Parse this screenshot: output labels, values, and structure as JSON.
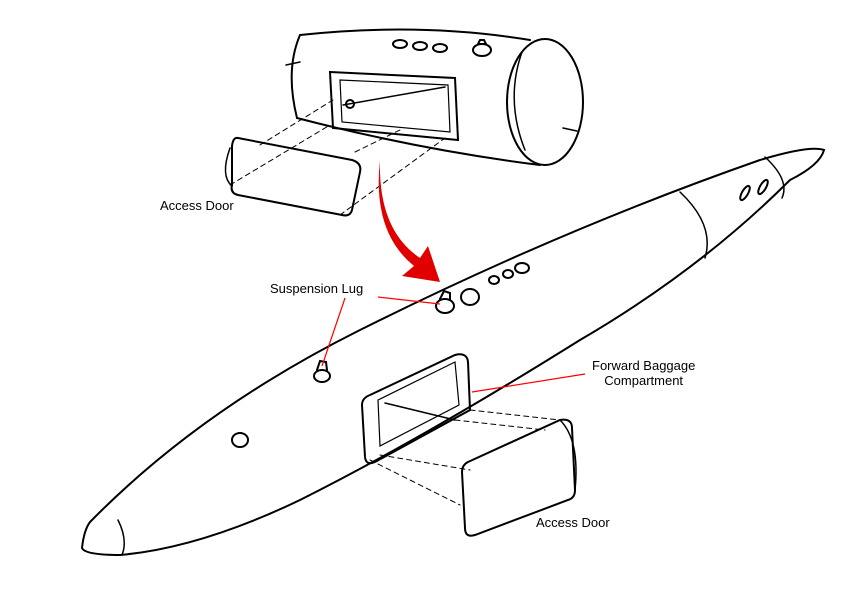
{
  "labels": {
    "access_door_top": "Access Door",
    "suspension_lug": "Suspension Lug",
    "forward_baggage_line1": "Forward Baggage",
    "forward_baggage_line2": "Compartment",
    "access_door_bottom": "Access Door"
  },
  "colors": {
    "leader": "#ff0000",
    "arrow": "#e00000",
    "line": "#000000"
  }
}
